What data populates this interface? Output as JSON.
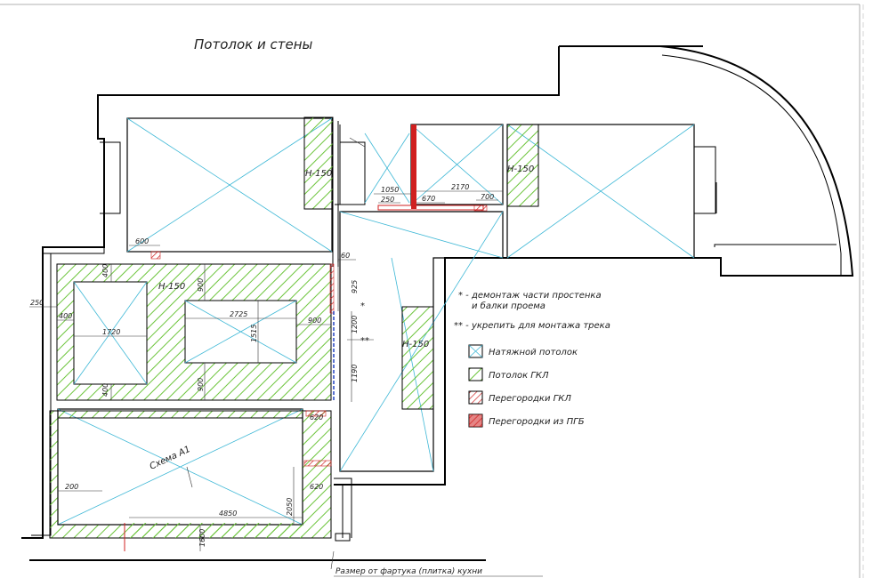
{
  "title": "Потолок и стены",
  "labels": {
    "h150_1": "H-150",
    "h150_2": "H-150",
    "h150_3": "H-150",
    "h150_4": "H-150",
    "scheme": "Схема А1",
    "kitchen_note": "Размер от фартука (плитка) кухни",
    "star": "*",
    "double_star": "**"
  },
  "notes": [
    "* - демонтаж части простенка",
    "и балки проема",
    "** - укрепить для монтажа трека"
  ],
  "legend": [
    {
      "pattern": "cross",
      "label": "Натяжной потолок"
    },
    {
      "pattern": "green-hatch",
      "label": "Потолок ГКЛ"
    },
    {
      "pattern": "red-hatch",
      "label": "Перегородки ГКЛ"
    },
    {
      "pattern": "red-solid",
      "label": "Перегородки из ПГБ"
    }
  ],
  "dimensions": {
    "d600": "600",
    "d250a": "250",
    "d400": "400",
    "d1720": "1720",
    "d400b": "400",
    "d400c": "400",
    "d2725": "2725",
    "d900a": "900",
    "d900b": "900",
    "d1515": "1515",
    "d900c": "900",
    "d60": "60",
    "d925": "925",
    "d1200": "1200",
    "d1190": "1190",
    "d1050": "1050",
    "d250b": "250",
    "d670": "670",
    "d2170": "2170",
    "d700": "700",
    "d620a": "620",
    "d620b": "620",
    "d200": "200",
    "d4850": "4850",
    "d2050": "2050",
    "d1600": "1600"
  },
  "colors": {
    "cross": "#3fb8d6",
    "green": "#6bc43a",
    "red": "#d02020",
    "wall": "#000000"
  }
}
